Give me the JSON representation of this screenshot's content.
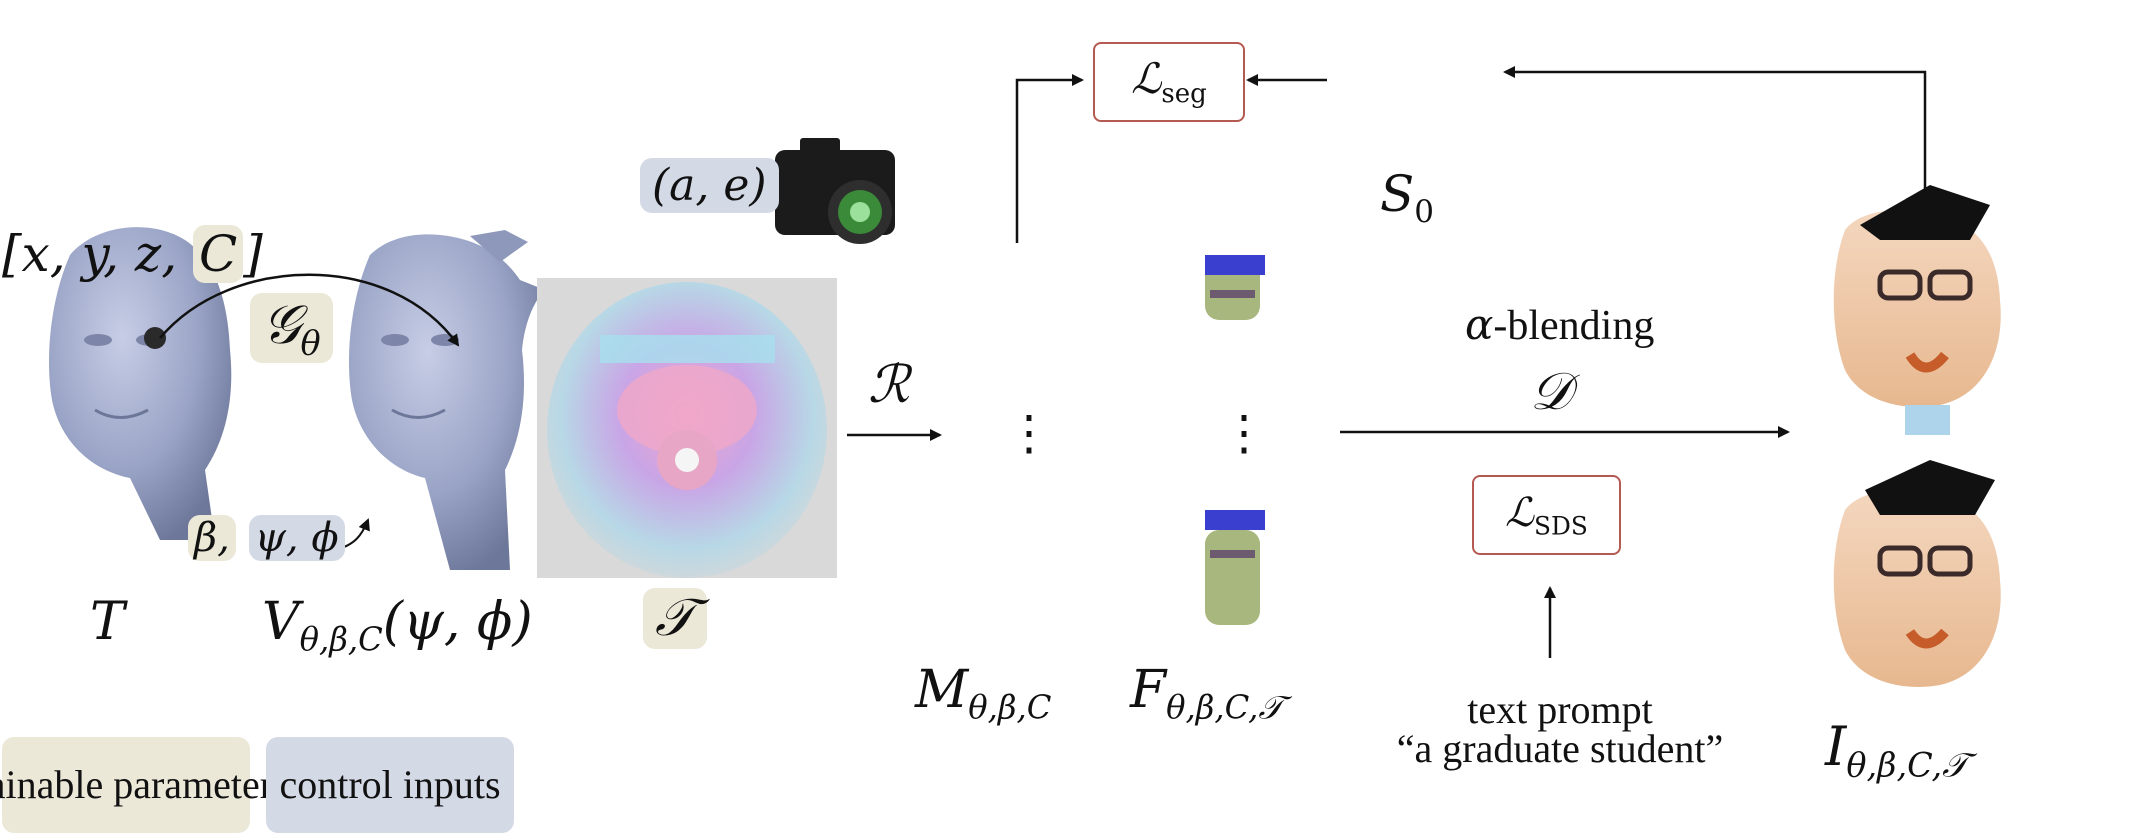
{
  "labels": {
    "input_coords": "[x, y, z,",
    "input_coords_c": "C",
    "input_coords_end": "]",
    "generator": "𝒢",
    "generator_sub": "θ",
    "template": "T",
    "deformed_V": "V",
    "deformed_sub": "θ,β,C",
    "deformed_args": "(ψ, ϕ)",
    "control_beta": "β,",
    "control_psi_phi": "ψ, ϕ",
    "texture": "𝒯",
    "camera_params": "(a, e)",
    "renderer": "ℛ",
    "mask_M": "M",
    "mask_sub": "θ,β,C",
    "feature_F": "F",
    "feature_sub": "θ,β,C,𝒯",
    "seg_loss": "ℒ",
    "seg_loss_sub": "seg",
    "segmentation_S": "S",
    "segmentation_sub": "0",
    "alpha_blending": "-blending",
    "alpha_symbol": "α",
    "decoder": "𝒟",
    "sds_loss": "ℒ",
    "sds_loss_sub": "SDS",
    "text_prompt_line1": "text prompt",
    "text_prompt_line2": "“a graduate student”",
    "output_I": "I",
    "output_sub": "θ,β,C,𝒯",
    "vdots": "⋮"
  },
  "legend": {
    "trainable": "trainable parameters",
    "control": "control inputs"
  },
  "colors": {
    "trainable_bg": "#ece8d8",
    "control_bg": "#d4d9e6",
    "loss_border": "#b55a52",
    "head_gray": "#9ea7c8"
  },
  "icons": {
    "camera": "camera-icon",
    "head_template": "head-mesh",
    "head_deformed": "deformed-head-mesh",
    "cartoon_avatar": "cartoon-avatar"
  }
}
